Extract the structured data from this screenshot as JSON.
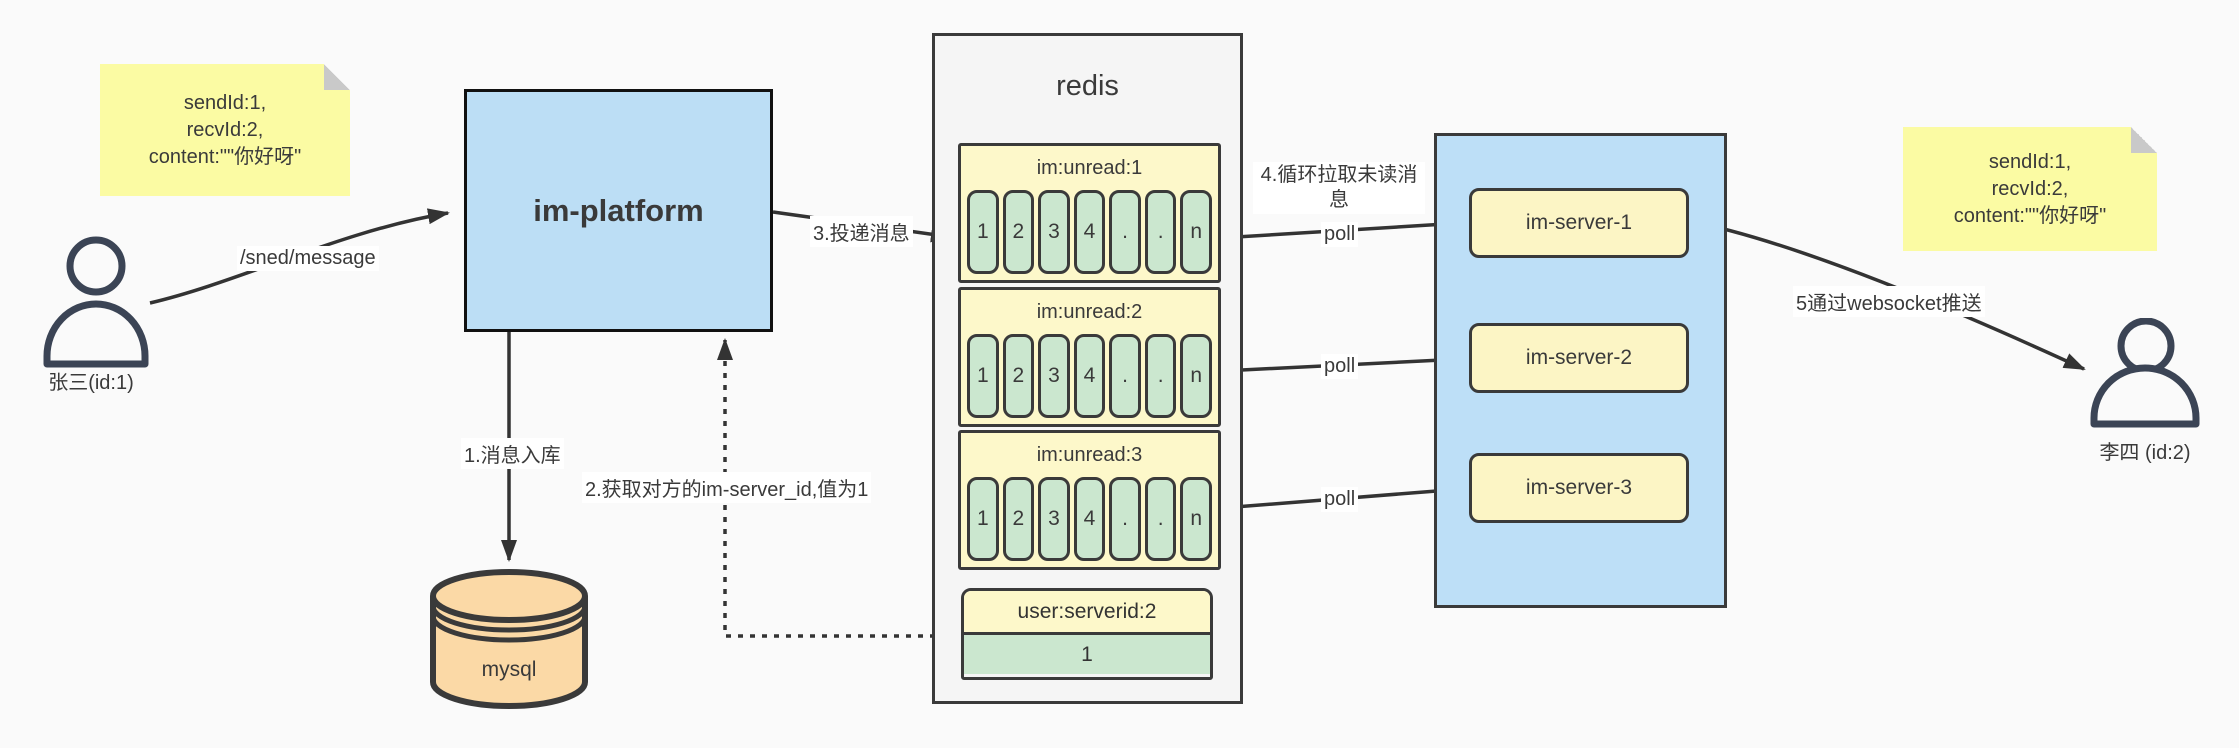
{
  "palette": {
    "blue": "#bcdef5",
    "note_yellow": "#fbfba3",
    "block_yellow": "#fdf8ca",
    "server_yellow": "#fcf5c5",
    "cell_green": "#cbe7cf",
    "db_orange": "#fbd9a6",
    "container_gray": "#f5f5f5",
    "line": "#333333",
    "background": "#fafafa"
  },
  "notes": {
    "left": {
      "lines": [
        "sendId:1,",
        "recvId:2,",
        "content:\"\"你好呀\""
      ]
    },
    "right": {
      "lines": [
        "sendId:1,",
        "recvId:2,",
        "content:\"\"你好呀\""
      ]
    }
  },
  "actors": {
    "sender": {
      "label": "张三(id:1)"
    },
    "receiver": {
      "label": "李四 (id:2)"
    }
  },
  "platform": {
    "label": "im-platform"
  },
  "database": {
    "label": "mysql"
  },
  "redis": {
    "title": "redis",
    "queues": [
      {
        "name": "im:unread:1",
        "cells": [
          "1",
          "2",
          "3",
          "4",
          ".",
          ".",
          "n"
        ]
      },
      {
        "name": "im:unread:2",
        "cells": [
          "1",
          "2",
          "3",
          "4",
          ".",
          ".",
          "n"
        ]
      },
      {
        "name": "im:unread:3",
        "cells": [
          "1",
          "2",
          "3",
          "4",
          ".",
          ".",
          "n"
        ]
      }
    ],
    "mapping": {
      "key": "user:serverid:2",
      "value": "1"
    }
  },
  "servers": {
    "items": [
      {
        "label": "im-server-1"
      },
      {
        "label": "im-server-2"
      },
      {
        "label": "im-server-3"
      }
    ]
  },
  "edges": {
    "send": "/sned/message",
    "store": "1.消息入库",
    "get_server_id": "2.获取对方的im-server_id,值为1",
    "deliver": "3.投递消息",
    "poll_loop": "4.循环拉取未读消息",
    "poll": "poll",
    "push": "5通过websocket推送"
  }
}
